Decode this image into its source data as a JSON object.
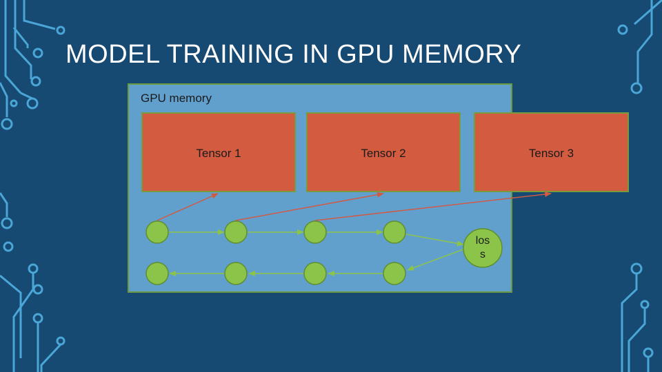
{
  "slide": {
    "title": "MODEL TRAINING IN GPU MEMORY",
    "gpu_label": "GPU memory",
    "tensors": [
      {
        "label": "Tensor 1"
      },
      {
        "label": "Tensor 2"
      },
      {
        "label": "Tensor 3"
      }
    ],
    "loss_label": [
      "los",
      "s"
    ]
  },
  "colors": {
    "background": "#174a73",
    "circuit_lines": "#4aa6d6",
    "gpu_memory_box": "#61a0cd",
    "tensor_box": "#d35b40",
    "node": "#8cc44a",
    "red_arrow": "#d05a45",
    "green_arrow": "#8cc44a"
  }
}
